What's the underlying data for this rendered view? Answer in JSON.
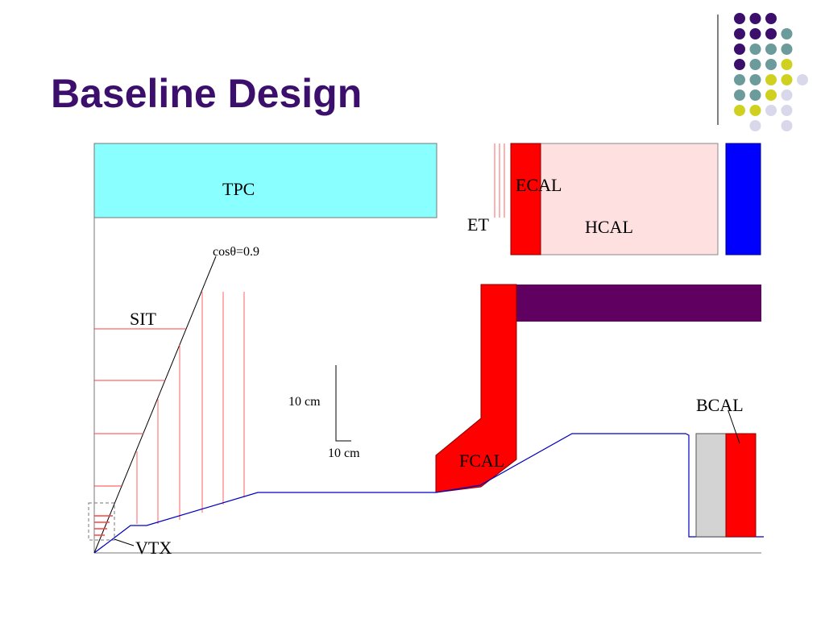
{
  "slide": {
    "title": "Baseline Design"
  },
  "labels": {
    "tpc": "TPC",
    "ecal": "ECAL",
    "et": "ET",
    "hcal": "HCAL",
    "cos_theta": "cosθ=0.9",
    "sit": "SIT",
    "scale_vertical": "10 cm",
    "scale_horizontal": "10 cm",
    "bcal": "BCAL",
    "fcal": "FCAL",
    "vtx": "VTX"
  },
  "colors": {
    "title": "#3b0f6b",
    "tpc": "#8affff",
    "ecal": "#ff0000",
    "hcal": "#ffe0e0",
    "muon": "#0000ff",
    "yoke": "#600060",
    "fcal": "#ff0000",
    "bcal": "#ff0000",
    "bcal_shield": "#d3d3d3",
    "beampipe": "#0000c0",
    "sit_lines": "#ff4040",
    "deco_purple": "#3b0f6b",
    "deco_teal": "#6b9b9b",
    "deco_yellow": "#d0d020",
    "deco_lavender": "#d8d8ea"
  }
}
